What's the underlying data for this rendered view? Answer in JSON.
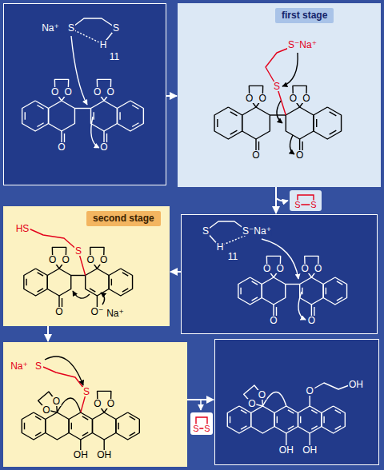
{
  "diagram": {
    "nodes": [
      {
        "text": [
          "Na⁺",
          "S",
          "S",
          "H",
          "11",
          "O",
          "O",
          "O",
          "O",
          "O",
          "O"
        ]
      },
      {
        "text": [
          "S",
          "S⁻Na⁺",
          "O",
          "O",
          "O",
          "O",
          "O",
          "O"
        ]
      },
      {
        "text": [
          "first stage"
        ],
        "in": 1
      },
      {
        "text": [
          "S",
          "H",
          "S⁻Na⁺",
          "11",
          "O",
          "O",
          "O",
          "O",
          "O",
          "O"
        ]
      },
      {
        "text": [
          "HS",
          "S",
          "O",
          "O",
          "O",
          "O",
          "O",
          "O⁻",
          "Na⁺"
        ]
      },
      {
        "text": [
          "second stage"
        ],
        "in": 4
      },
      {
        "text": [
          "Na⁺",
          "S",
          "S",
          "O",
          "O",
          "O",
          "O",
          "OH",
          "OH"
        ]
      },
      {
        "text": [
          "O",
          "O",
          "O",
          "OH",
          "OH",
          "OH"
        ]
      }
    ],
    "edges": [
      {
        "from": 0,
        "to": 1,
        "arrow": "to"
      },
      {
        "from": 1,
        "to": 3,
        "arrow": "to"
      },
      {
        "from": 3,
        "to": 4,
        "arrow": "to"
      },
      {
        "from": 4,
        "to": 6,
        "arrow": "to"
      },
      {
        "from": 6,
        "to": 7,
        "arrow": "to"
      }
    ],
    "labels": [
      "S",
      "S",
      "S",
      "S"
    ]
  }
}
